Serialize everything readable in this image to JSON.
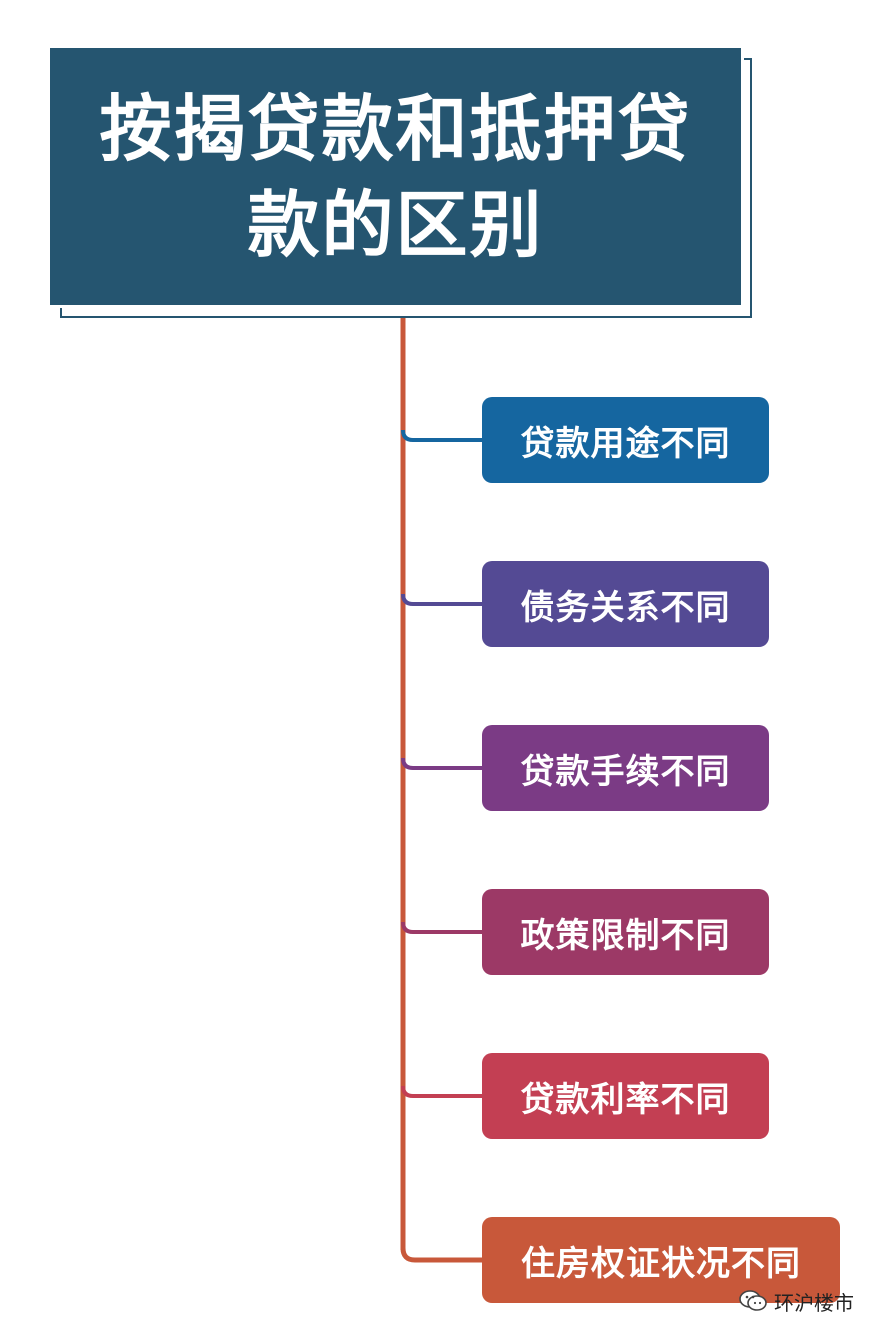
{
  "title": {
    "text": "按揭贷款和抵押贷款的区别",
    "bg_color": "#255570",
    "text_color": "#ffffff"
  },
  "trunk_color": "#c8583a",
  "nodes": [
    {
      "label": "贷款用途不同",
      "color": "#1566a0"
    },
    {
      "label": "债务关系不同",
      "color": "#544a94"
    },
    {
      "label": "贷款手续不同",
      "color": "#7b3b85"
    },
    {
      "label": "政策限制不同",
      "color": "#9c3966"
    },
    {
      "label": "贷款利率不同",
      "color": "#c33f53"
    },
    {
      "label": "住房权证状况不同",
      "color": "#c8583a"
    }
  ],
  "watermark": {
    "icon": "wechat-icon",
    "text": "环沪楼市"
  }
}
